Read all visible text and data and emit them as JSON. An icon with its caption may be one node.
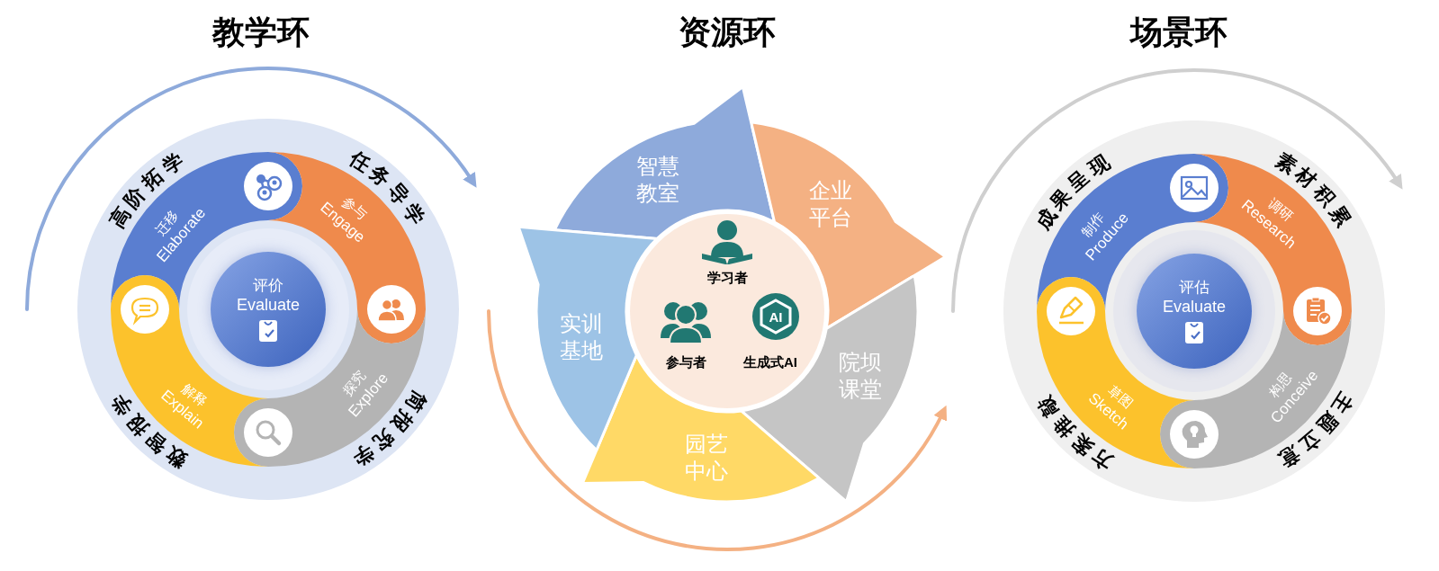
{
  "diagram": {
    "nodes": [
      {
        "text": [
          "迁移",
          "Elaborate"
        ]
      },
      {
        "text": [
          "参与",
          "Engage"
        ]
      },
      {
        "text": [
          "探究",
          "Explore"
        ]
      },
      {
        "text": [
          "解释",
          "Explain"
        ]
      },
      {
        "text": [
          "评价",
          "Evaluate"
        ]
      },
      {
        "text": [
          "智慧教室"
        ]
      },
      {
        "text": [
          "企业平台"
        ]
      },
      {
        "text": [
          "院坝课堂"
        ]
      },
      {
        "text": [
          "园艺中心"
        ]
      },
      {
        "text": [
          "实训基地"
        ]
      },
      {
        "text": [
          "学习者",
          "AI",
          "参与者",
          "生成式AI"
        ]
      },
      {
        "text": [
          "制作",
          "Produce"
        ]
      },
      {
        "text": [
          "调研",
          "Research"
        ]
      },
      {
        "text": [
          "构思",
          "Conceive"
        ]
      },
      {
        "text": [
          "草图",
          "Sketch"
        ]
      },
      {
        "text": [
          "评估",
          "Evaluate"
        ]
      }
    ],
    "labels": [
      "教学环",
      "资源环",
      "场景环",
      "高阶拓学",
      "任务导学",
      "数智报学",
      "简报究学",
      "成果呈现",
      "素材积累",
      "方案推敲",
      "主题立意"
    ]
  }
}
